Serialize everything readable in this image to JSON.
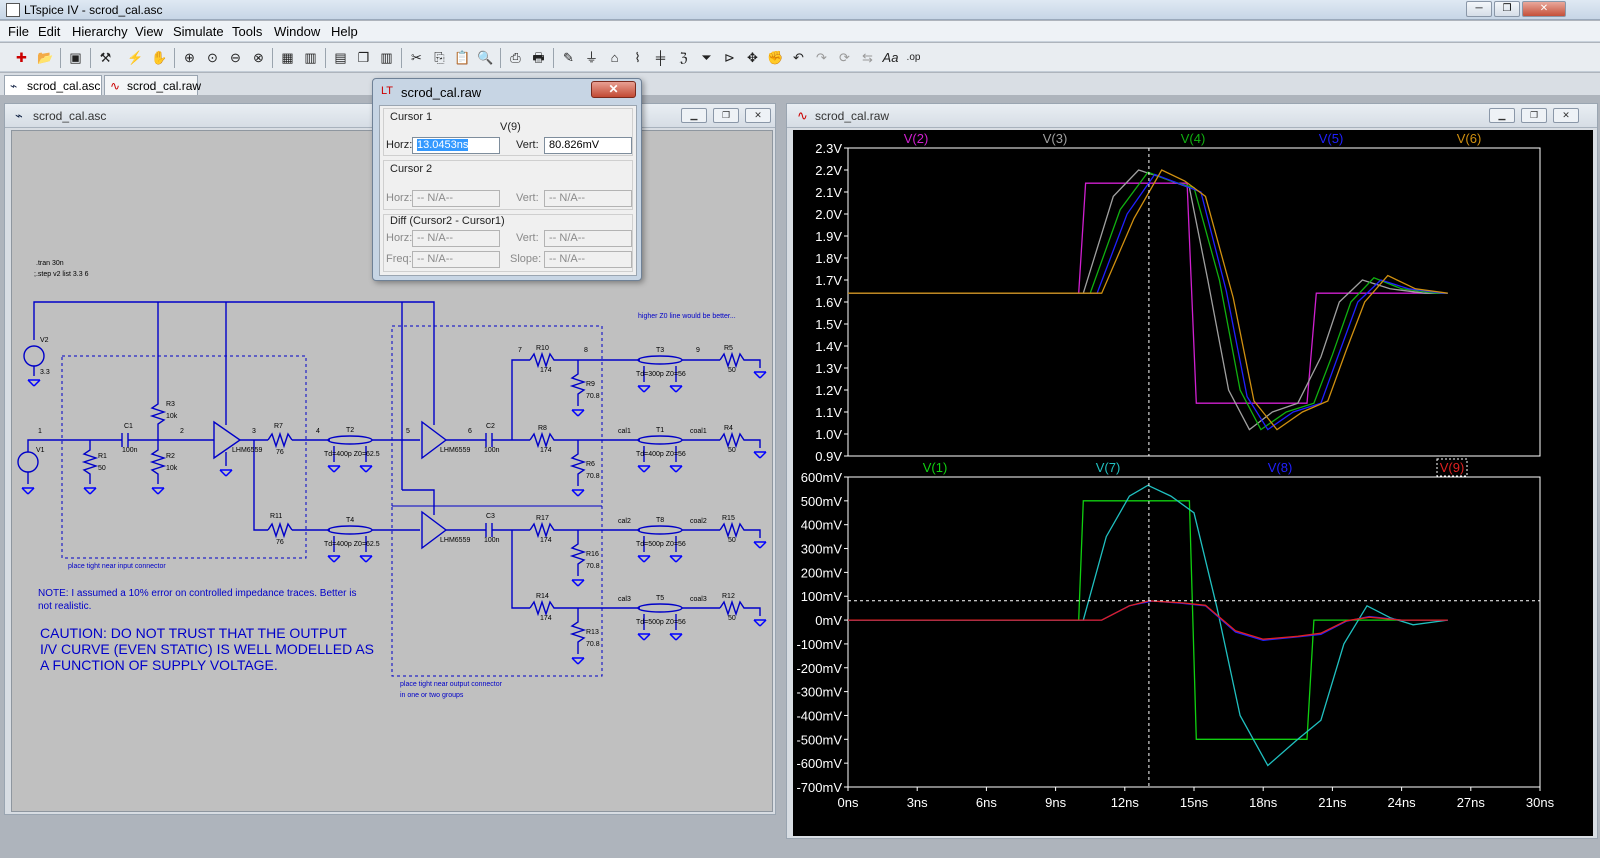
{
  "window": {
    "title": "LTspice IV - scrod_cal.asc",
    "min_btn": "─",
    "max_btn": "❐",
    "close_btn": "✕"
  },
  "menu": [
    "File",
    "Edit",
    "Hierarchy",
    "View",
    "Simulate",
    "Tools",
    "Window",
    "Help"
  ],
  "tabs": [
    {
      "label": "scrod_cal.asc",
      "icon": "schematic-icon"
    },
    {
      "label": "scrod_cal.raw",
      "icon": "waveform-icon"
    }
  ],
  "schematic_window": {
    "title": "scrod_cal.asc",
    "directives": [
      ".tran 30n",
      ";.step v2 list 3.3 6"
    ],
    "parts": {
      "V2": "V2",
      "v2val": "3.3",
      "V1": "V1",
      "R1": "R1",
      "r1v": "50",
      "C1": "C1",
      "c1v": "100n",
      "R3": "R3",
      "r3v": "10k",
      "R2": "R2",
      "r2v": "10k",
      "U1": "LHM6559",
      "R7": "R7",
      "r7v": "76",
      "R11": "R11",
      "r11v": "76",
      "T2": "T2",
      "t2v": "Td=400p Z0=62.5",
      "T4": "T4",
      "t4v": "Td=400p Z0=62.5",
      "U2": "LHM6559",
      "C2": "C2",
      "c2v": "100n",
      "U3": "LHM6559",
      "C3": "C3",
      "c3v": "100n",
      "R10": "R10",
      "r10v": "174",
      "R9": "R9",
      "r9v": "70.8",
      "R8": "R8",
      "r8v": "174",
      "R6": "R6",
      "r6v": "70.8",
      "R17": "R17",
      "r17v": "174",
      "R16": "R16",
      "r16v": "70.8",
      "R14": "R14",
      "r14v": "174",
      "R13": "R13",
      "r13v": "70.8",
      "T3": "T3",
      "t3v": "Td=300p Z0=56",
      "T1": "T1",
      "t1v": "Td=400p Z0=56",
      "T8": "T8",
      "t8v": "Td=500p Z0=56",
      "T5": "T5",
      "t5v": "Td=500p Z0=56",
      "R5": "R5",
      "r5v": "50",
      "R4": "R4",
      "r4v": "50",
      "R15": "R15",
      "r15v": "50",
      "R12": "R12",
      "r12v": "50"
    },
    "nodes": {
      "n1": "1",
      "n2": "2",
      "n3": "3",
      "n4": "4",
      "n5": "5",
      "n6": "6",
      "n7": "7",
      "n8": "8",
      "n9": "9",
      "cal1": "cal1",
      "coal1": "coal1",
      "cal2": "cal2",
      "coal2": "coal2",
      "cal3": "cal3",
      "coal3": "coal3"
    },
    "notes": {
      "input": "place tight near input connector",
      "output1": "place tight near output connector",
      "output2": "in one or two groups",
      "z0": "higher Z0 line would be better...",
      "note1": "NOTE: I assumed a 10% error on controlled impedance traces. Better is",
      "note2": "not realistic.",
      "caution1": "CAUTION: DO NOT TRUST THAT THE OUTPUT",
      "caution2": "I/V CURVE (EVEN STATIC) IS WELL MODELLED AS",
      "caution3": "A FUNCTION OF SUPPLY VOLTAGE."
    }
  },
  "cursor_dialog": {
    "title": "scrod_cal.raw",
    "cursor1_label": "Cursor 1",
    "trace": "V(9)",
    "horz_label": "Horz:",
    "vert_label": "Vert:",
    "horz_value": "13.0453ns",
    "vert_value": "80.826mV",
    "cursor2_label": "Cursor 2",
    "na": "-- N/A--",
    "diff_label": "Diff (Cursor2 - Cursor1)",
    "freq_label": "Freq:",
    "slope_label": "Slope:"
  },
  "waveform_window": {
    "title": "scrod_cal.raw"
  },
  "chart_data": [
    {
      "type": "line",
      "title": "",
      "legend": "top",
      "xlim": [
        0,
        30
      ],
      "ylim": [
        0.9,
        2.3
      ],
      "y_ticks": [
        "2.3V",
        "2.2V",
        "2.1V",
        "2.0V",
        "1.9V",
        "1.8V",
        "1.7V",
        "1.6V",
        "1.5V",
        "1.4V",
        "1.3V",
        "1.2V",
        "1.1V",
        "1.0V",
        "0.9V"
      ],
      "cursor_x": 13.0453,
      "series": [
        {
          "name": "V(2)",
          "color": "#d020d0",
          "points": [
            [
              0,
              1.64
            ],
            [
              10,
              1.64
            ],
            [
              10.3,
              2.14
            ],
            [
              14.7,
              2.14
            ],
            [
              15.1,
              1.14
            ],
            [
              19.9,
              1.14
            ],
            [
              20.3,
              1.64
            ],
            [
              26,
              1.64
            ]
          ]
        },
        {
          "name": "V(3)",
          "color": "#a0a0a0",
          "points": [
            [
              0,
              1.64
            ],
            [
              10.2,
              1.64
            ],
            [
              11.5,
              2.08
            ],
            [
              12.6,
              2.2
            ],
            [
              13.5,
              2.17
            ],
            [
              14.8,
              2.12
            ],
            [
              15.6,
              1.7
            ],
            [
              16.5,
              1.2
            ],
            [
              17.4,
              1.02
            ],
            [
              18.4,
              1.1
            ],
            [
              19.5,
              1.14
            ],
            [
              20.5,
              1.35
            ],
            [
              21.3,
              1.6
            ],
            [
              22.3,
              1.7
            ],
            [
              23.5,
              1.66
            ],
            [
              25,
              1.64
            ],
            [
              26,
              1.64
            ]
          ]
        },
        {
          "name": "V(4)",
          "color": "#10b010",
          "points": [
            [
              0,
              1.64
            ],
            [
              10.5,
              1.64
            ],
            [
              11.8,
              2.02
            ],
            [
              13,
              2.19
            ],
            [
              14,
              2.15
            ],
            [
              15,
              2.12
            ],
            [
              16.1,
              1.7
            ],
            [
              17,
              1.2
            ],
            [
              17.9,
              1.02
            ],
            [
              19,
              1.1
            ],
            [
              20.2,
              1.14
            ],
            [
              21,
              1.36
            ],
            [
              21.8,
              1.6
            ],
            [
              22.8,
              1.71
            ],
            [
              24,
              1.66
            ],
            [
              25.5,
              1.64
            ],
            [
              26,
              1.64
            ]
          ]
        },
        {
          "name": "V(5)",
          "color": "#2020ff",
          "points": [
            [
              0,
              1.64
            ],
            [
              10.8,
              1.64
            ],
            [
              12.1,
              2.0
            ],
            [
              13.3,
              2.18
            ],
            [
              14.3,
              2.14
            ],
            [
              15.3,
              2.1
            ],
            [
              16.4,
              1.65
            ],
            [
              17.3,
              1.17
            ],
            [
              18.2,
              1.02
            ],
            [
              19.3,
              1.1
            ],
            [
              20.5,
              1.14
            ],
            [
              21.3,
              1.37
            ],
            [
              22.1,
              1.6
            ],
            [
              23.1,
              1.7
            ],
            [
              24.3,
              1.66
            ],
            [
              25.8,
              1.64
            ],
            [
              26,
              1.64
            ]
          ]
        },
        {
          "name": "V(6)",
          "color": "#d09010",
          "points": [
            [
              0,
              1.64
            ],
            [
              11,
              1.64
            ],
            [
              12.4,
              1.98
            ],
            [
              13.6,
              2.2
            ],
            [
              14.6,
              2.15
            ],
            [
              15.5,
              2.08
            ],
            [
              16.7,
              1.62
            ],
            [
              17.6,
              1.15
            ],
            [
              18.6,
              1.02
            ],
            [
              19.7,
              1.1
            ],
            [
              20.8,
              1.15
            ],
            [
              21.6,
              1.38
            ],
            [
              22.4,
              1.6
            ],
            [
              23.4,
              1.72
            ],
            [
              24.6,
              1.66
            ],
            [
              26,
              1.64
            ]
          ]
        }
      ]
    },
    {
      "type": "line",
      "title": "",
      "legend": "top",
      "xlim": [
        0,
        30
      ],
      "ylim": [
        -700,
        600
      ],
      "y_ticks": [
        "600mV",
        "500mV",
        "400mV",
        "300mV",
        "200mV",
        "100mV",
        "0mV",
        "-100mV",
        "-200mV",
        "-300mV",
        "-400mV",
        "-500mV",
        "-600mV",
        "-700mV"
      ],
      "x_ticks": [
        "0ns",
        "3ns",
        "6ns",
        "9ns",
        "12ns",
        "15ns",
        "18ns",
        "21ns",
        "24ns",
        "27ns",
        "30ns"
      ],
      "cursor_x": 13.0453,
      "cursor_y": 80.826,
      "series": [
        {
          "name": "V(1)",
          "color": "#10d010",
          "points": [
            [
              0,
              0
            ],
            [
              10,
              0
            ],
            [
              10.2,
              500
            ],
            [
              14.8,
              500
            ],
            [
              15.1,
              -500
            ],
            [
              19.9,
              -500
            ],
            [
              20.2,
              0
            ],
            [
              26,
              0
            ]
          ]
        },
        {
          "name": "V(7)",
          "color": "#20c0c0",
          "points": [
            [
              0,
              0
            ],
            [
              10.2,
              0
            ],
            [
              11.2,
              350
            ],
            [
              12.2,
              520
            ],
            [
              13,
              565
            ],
            [
              14,
              520
            ],
            [
              15,
              450
            ],
            [
              16,
              50
            ],
            [
              17,
              -400
            ],
            [
              18.2,
              -610
            ],
            [
              19.5,
              -500
            ],
            [
              20.5,
              -420
            ],
            [
              21.5,
              -100
            ],
            [
              22.5,
              60
            ],
            [
              23.5,
              10
            ],
            [
              24.5,
              -20
            ],
            [
              26,
              0
            ]
          ]
        },
        {
          "name": "V(8)",
          "color": "#2020ff",
          "points": [
            [
              0,
              0
            ],
            [
              11,
              0
            ],
            [
              12.2,
              60
            ],
            [
              13.2,
              80
            ],
            [
              14.5,
              70
            ],
            [
              15.5,
              60
            ],
            [
              16.8,
              -50
            ],
            [
              18,
              -85
            ],
            [
              19.5,
              -70
            ],
            [
              20.5,
              -60
            ],
            [
              21.6,
              -5
            ],
            [
              22.6,
              15
            ],
            [
              24,
              0
            ],
            [
              26,
              0
            ]
          ]
        },
        {
          "name": "V(9)",
          "color": "#e02020",
          "points": [
            [
              0,
              0
            ],
            [
              11,
              0
            ],
            [
              12.2,
              60
            ],
            [
              13.05,
              81
            ],
            [
              14.5,
              72
            ],
            [
              15.5,
              62
            ],
            [
              16.8,
              -45
            ],
            [
              18,
              -80
            ],
            [
              19.5,
              -68
            ],
            [
              20.5,
              -55
            ],
            [
              21.6,
              -3
            ],
            [
              22.6,
              12
            ],
            [
              24,
              0
            ],
            [
              26,
              0
            ]
          ]
        }
      ]
    }
  ]
}
